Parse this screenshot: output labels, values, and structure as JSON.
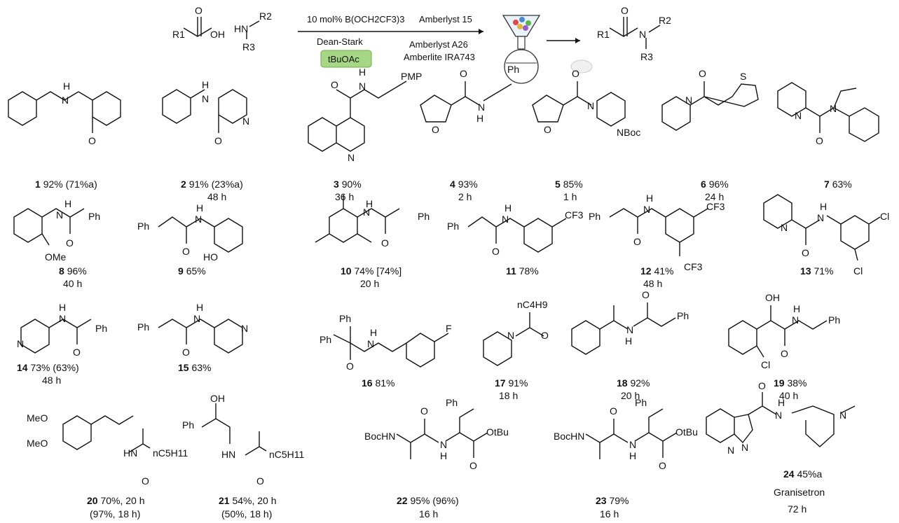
{
  "scheme": {
    "reagent_top": "10 mol% B(OCH2CF3)3",
    "reagent_bottom": "Dean-Stark",
    "solvent": "tBuOAc",
    "resin_1": "Amberlyst 15",
    "resin_2": "Amberlyst A26",
    "resin_3": "Amberlite IRA743",
    "acid_labels": [
      "R1",
      "OH",
      "O"
    ],
    "amine_labels": [
      "HN",
      "R2",
      "R3"
    ],
    "product_labels": [
      "R1",
      "N",
      "R2",
      "R3",
      "O"
    ]
  },
  "compounds": [
    {
      "num": "1",
      "yield": "92% (71%a)",
      "time": ""
    },
    {
      "num": "2",
      "yield": "91% (23%a)",
      "time": "48 h"
    },
    {
      "num": "3",
      "yield": "90%",
      "time": "36 h"
    },
    {
      "num": "4",
      "yield": "93%",
      "time": "2 h"
    },
    {
      "num": "5",
      "yield": "85%",
      "time": "1 h"
    },
    {
      "num": "6",
      "yield": "96%",
      "time": "24 h"
    },
    {
      "num": "7",
      "yield": "63%",
      "time": ""
    },
    {
      "num": "8",
      "yield": "96%",
      "time": "40 h"
    },
    {
      "num": "9",
      "yield": "65%",
      "time": ""
    },
    {
      "num": "10",
      "yield": "74% [74%]",
      "time": "20 h"
    },
    {
      "num": "11",
      "yield": "78%",
      "time": ""
    },
    {
      "num": "12",
      "yield": "41%",
      "time": "48 h"
    },
    {
      "num": "13",
      "yield": "71%",
      "time": ""
    },
    {
      "num": "14",
      "yield": "73% (63%)",
      "time": "48 h"
    },
    {
      "num": "15",
      "yield": "63%",
      "time": ""
    },
    {
      "num": "16",
      "yield": "81%",
      "time": ""
    },
    {
      "num": "17",
      "yield": "91%",
      "time": "18 h"
    },
    {
      "num": "18",
      "yield": "92%",
      "time": "20 h"
    },
    {
      "num": "19",
      "yield": "38%",
      "time": "40 h"
    },
    {
      "num": "20",
      "yield": "70%, 20 h",
      "time": "(97%, 18 h)"
    },
    {
      "num": "21",
      "yield": "54%, 20 h",
      "time": "(50%, 18 h)"
    },
    {
      "num": "22",
      "yield": "95% (96%)",
      "time": "16 h"
    },
    {
      "num": "23",
      "yield": "79%",
      "time": "16 h"
    },
    {
      "num": "24",
      "yield": "45%a",
      "time": "72 h",
      "name": "Granisetron"
    }
  ],
  "atoms": {
    "c1": [
      "H",
      "N",
      "O"
    ],
    "c2": [
      "H",
      "N",
      "N",
      "O"
    ],
    "c3": [
      "O",
      "H",
      "N",
      "PMP",
      "N"
    ],
    "c4": [
      "O",
      "O",
      "H",
      "N",
      "Ph"
    ],
    "c5": [
      "O",
      "O",
      "N",
      "NBoc"
    ],
    "c6": [
      "O",
      "N",
      "S"
    ],
    "c7": [
      "N",
      "N",
      "O"
    ],
    "c8": [
      "H",
      "N",
      "O",
      "OMe",
      "Ph"
    ],
    "c9": [
      "Ph",
      "H",
      "N",
      "O",
      "HO"
    ],
    "c10": [
      "H",
      "N",
      "O",
      "Ph"
    ],
    "c11": [
      "Ph",
      "H",
      "N",
      "O",
      "CF3"
    ],
    "c12": [
      "Ph",
      "H",
      "N",
      "O",
      "CF3",
      "CF3"
    ],
    "c13": [
      "N",
      "H",
      "N",
      "O",
      "Cl",
      "Cl"
    ],
    "c14": [
      "N",
      "H",
      "N",
      "O",
      "Ph"
    ],
    "c15": [
      "Ph",
      "H",
      "N",
      "O",
      "N"
    ],
    "c16": [
      "Ph",
      "Ph",
      "H",
      "N",
      "O",
      "F"
    ],
    "c17": [
      "nC4H9",
      "N",
      "O"
    ],
    "c18": [
      "O",
      "Ph",
      "N",
      "H"
    ],
    "c19": [
      "OH",
      "H",
      "N",
      "O",
      "Ph",
      "Cl"
    ],
    "c20": [
      "MeO",
      "MeO",
      "HN",
      "O",
      "nC5H11"
    ],
    "c21": [
      "OH",
      "Ph",
      "HN",
      "O",
      "nC5H11"
    ],
    "c22": [
      "Ph",
      "BocHN",
      "O",
      "N",
      "H",
      "O",
      "OtBu"
    ],
    "c23": [
      "Ph",
      "BocHN",
      "O",
      "N",
      "H",
      "O",
      "OtBu"
    ],
    "c24": [
      "O",
      "H",
      "N",
      "N",
      "N",
      "N"
    ]
  }
}
